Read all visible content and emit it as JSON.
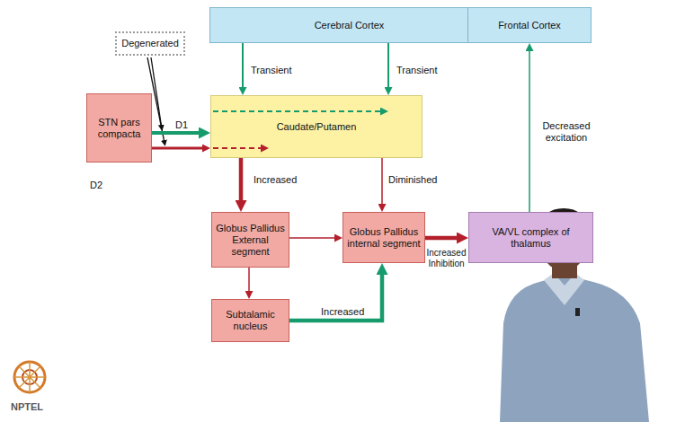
{
  "diagram": {
    "nodes": [
      {
        "text": [
          "Cerebral Cortex"
        ]
      },
      {
        "text": [
          "Frontal Cortex"
        ]
      },
      {
        "text": [
          "Degenerated"
        ]
      },
      {
        "text": [
          "STN pars compacta"
        ]
      },
      {
        "text": [
          "Caudate/Putamen"
        ]
      },
      {
        "text": [
          "Globus Pallidus External segment"
        ]
      },
      {
        "text": [
          "Globus Pallidus internal segment"
        ]
      },
      {
        "text": [
          "VA/VL complex of thalamus"
        ]
      },
      {
        "text": [
          "Subtalamic nucleus"
        ]
      }
    ],
    "edges": [
      {
        "from": 0,
        "to": 4,
        "label": "Transient",
        "arrow": "to"
      },
      {
        "from": 0,
        "to": 4,
        "label": "Transient",
        "arrow": "to"
      },
      {
        "from": 3,
        "to": 4,
        "label": "D1",
        "arrow": "to"
      },
      {
        "from": 3,
        "to": 4,
        "label": "D2",
        "arrow": "to"
      },
      {
        "from": 4,
        "to": 5,
        "label": "Increased",
        "arrow": "to"
      },
      {
        "from": 4,
        "to": 6,
        "label": "Diminished",
        "arrow": "to"
      },
      {
        "from": 5,
        "to": 6,
        "arrow": "to"
      },
      {
        "from": 5,
        "to": 8,
        "arrow": "to"
      },
      {
        "from": 8,
        "to": 6,
        "label": "Increased",
        "arrow": "to"
      },
      {
        "from": 6,
        "to": 7,
        "label": "Increased Inhibition",
        "arrow": "to"
      },
      {
        "from": 7,
        "to": 1,
        "label": "Decreased excitation",
        "arrow": "to"
      }
    ],
    "labels": [
      "NPTEL"
    ]
  }
}
